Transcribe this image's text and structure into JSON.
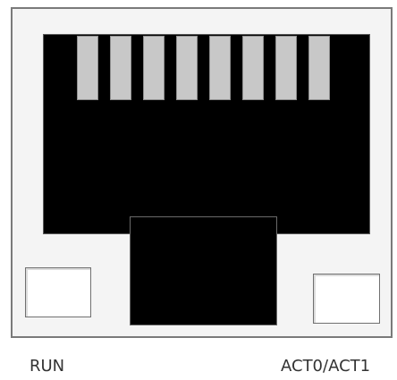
{
  "leds": {
    "run_label": "RUN",
    "act_label": "ACT0/ACT1"
  },
  "colors": {
    "housing": "#f4f4f4",
    "housing_border": "#7a7a7a",
    "jack": "#000000",
    "pin": "#c8c8c8",
    "led": "#ffffff",
    "text": "#333333"
  },
  "jack": {
    "pin_count": 8
  }
}
